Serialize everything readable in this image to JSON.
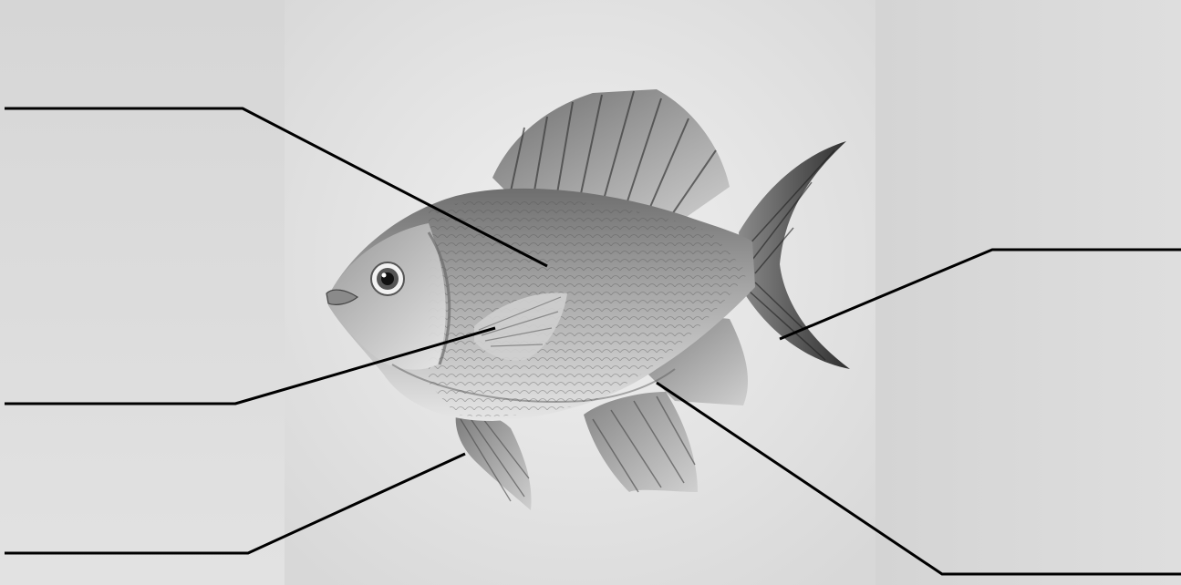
{
  "diagram": {
    "subject": "fish-anatomy",
    "label_lines": [
      {
        "id": "scales",
        "side": "left",
        "answer": ""
      },
      {
        "id": "pectoral-fin",
        "side": "left",
        "answer": ""
      },
      {
        "id": "pelvic-fin",
        "side": "left",
        "answer": ""
      },
      {
        "id": "caudal-fin",
        "side": "right",
        "answer": ""
      },
      {
        "id": "anal-fin",
        "side": "right",
        "answer": ""
      }
    ]
  },
  "colors": {
    "panel_light": "#dadada",
    "photo_bg": "#e6e6e6",
    "leader_line": "#000000",
    "fish_body": "#a9a9a9",
    "fish_dark": "#4a4a4a"
  }
}
